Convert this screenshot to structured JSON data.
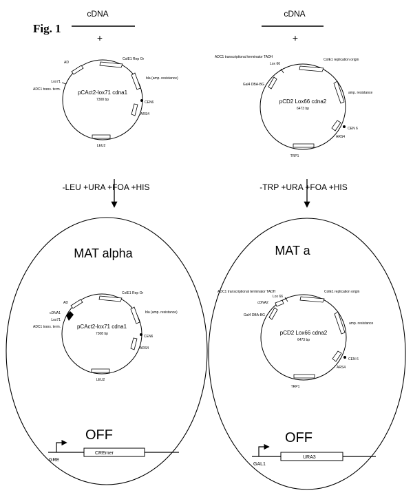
{
  "figure": {
    "label": "Fig. 1",
    "left": {
      "cdna": "cDNA",
      "plus": "+",
      "top_plasmid": {
        "name": "pCAct2-lox71 cdna1",
        "size": "7308 bp",
        "features": [
          "ColE1 Rep Or",
          "bla (amp. resistance)",
          "CEN6",
          "ARS4",
          "LEU2",
          "ADC1 trans. term.",
          "Lox71",
          "AD"
        ]
      },
      "selection": "-LEU +URA +FOA +HIS",
      "mating_type": "MAT alpha",
      "cell_plasmid": {
        "name": "pCAct2-lox71 cdna1",
        "size": "7308 bp",
        "features": [
          "ColE1 Rep Or",
          "bla (amp. resistance)",
          "CEN6",
          "ARS4",
          "LEU2",
          "ADC1 trans. term.",
          "Lox71",
          "cDNA1",
          "AD"
        ]
      },
      "reporter": {
        "state": "OFF",
        "promoter": "GRE",
        "gene": "CREmer"
      }
    },
    "right": {
      "cdna": "cDNA",
      "plus": "+",
      "top_plasmid": {
        "name": "pCD2 Lox66 cdna2",
        "size": "6473 bp",
        "features": [
          "ADC1 transcriptional terminator TADH",
          "Lox 66",
          "ColE1 replication origin",
          "Gal4 DBA-BG",
          "amp. resistance",
          "CEN 6",
          "ARS4",
          "TRP1"
        ]
      },
      "selection": "-TRP +URA +FOA +HIS",
      "mating_type": "MAT a",
      "cell_plasmid": {
        "name": "pCD2 Lox66 cdna2",
        "size": "6473 bp",
        "features": [
          "ADC1 transcriptional terminator TADH",
          "Lox 66",
          "cDNA2",
          "ColE1 replication origin",
          "Gal4 DBA-BG",
          "amp. resistance",
          "CEN 6",
          "ARS4",
          "TRP1"
        ]
      },
      "reporter": {
        "state": "OFF",
        "promoter": "GAL1",
        "gene": "URA3"
      }
    }
  }
}
